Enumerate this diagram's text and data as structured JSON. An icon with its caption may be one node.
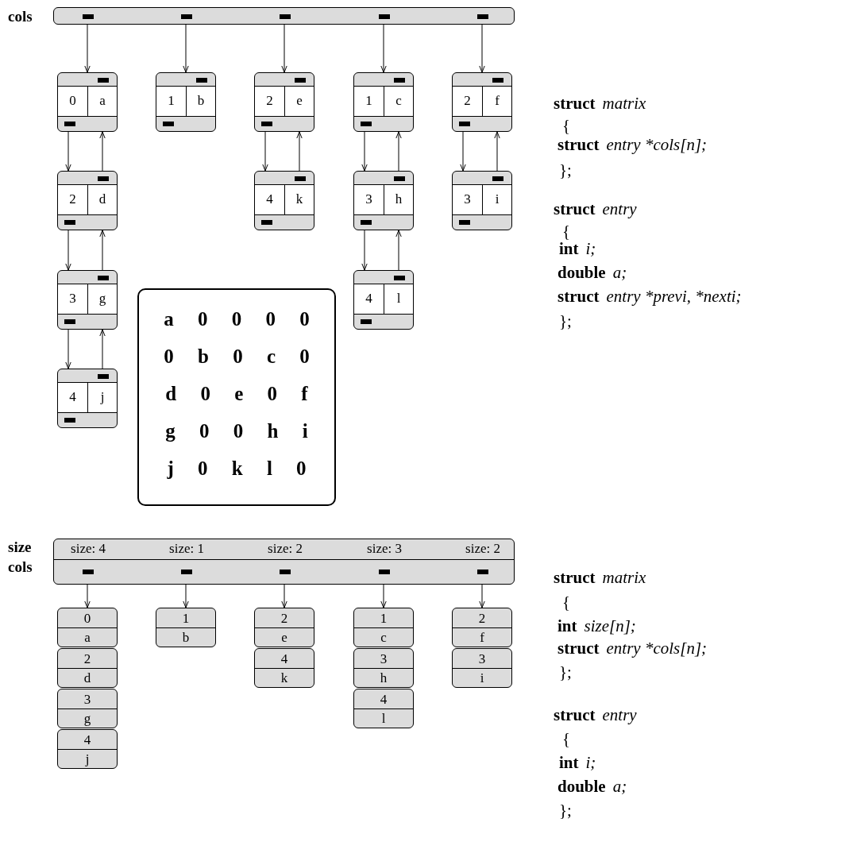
{
  "diagram": {
    "nodes": [
      {
        "text": [
          "cols"
        ]
      },
      {
        "text": [
          "0",
          "a"
        ]
      },
      {
        "text": [
          "1",
          "b"
        ]
      },
      {
        "text": [
          "2",
          "e"
        ]
      },
      {
        "text": [
          "1",
          "c"
        ]
      },
      {
        "text": [
          "2",
          "f"
        ]
      },
      {
        "text": [
          "2",
          "d"
        ]
      },
      {
        "text": [
          "4",
          "k"
        ]
      },
      {
        "text": [
          "3",
          "h"
        ]
      },
      {
        "text": [
          "3",
          "i"
        ]
      },
      {
        "text": [
          "3",
          "g"
        ]
      },
      {
        "text": [
          "4",
          "l"
        ]
      },
      {
        "text": [
          "a 0 0 0 0",
          "0 b 0 c 0",
          "d 0 e 0 f",
          "g 0 0 h i",
          "j 0 k l 0"
        ]
      },
      {
        "text": [
          "4",
          "j"
        ]
      },
      {
        "text": [
          "size",
          "cols",
          "size: 4",
          "size: 1",
          "size: 2",
          "size: 3",
          "size: 2"
        ]
      },
      {
        "text": [
          "0",
          "a"
        ]
      },
      {
        "text": [
          "1",
          "b"
        ]
      },
      {
        "text": [
          "2",
          "e"
        ]
      },
      {
        "text": [
          "1",
          "c"
        ]
      },
      {
        "text": [
          "2",
          "f"
        ]
      },
      {
        "text": [
          "2",
          "d"
        ]
      },
      {
        "text": [
          "4",
          "k"
        ]
      },
      {
        "text": [
          "3",
          "h"
        ]
      },
      {
        "text": [
          "3",
          "i"
        ]
      },
      {
        "text": [
          "3",
          "g"
        ]
      },
      {
        "text": [
          "4",
          "l"
        ]
      },
      {
        "text": [
          "4",
          "j"
        ]
      }
    ],
    "edges": [
      {
        "from": 0,
        "to": 1,
        "arrow": "to"
      },
      {
        "from": 0,
        "to": 2,
        "arrow": "to"
      },
      {
        "from": 0,
        "to": 3,
        "arrow": "to"
      },
      {
        "from": 0,
        "to": 4,
        "arrow": "to"
      },
      {
        "from": 0,
        "to": 5,
        "arrow": "to"
      },
      {
        "from": 1,
        "to": 6,
        "arrow": "to"
      },
      {
        "from": 6,
        "to": 1,
        "arrow": "to"
      },
      {
        "from": 6,
        "to": 10,
        "arrow": "to"
      },
      {
        "from": 10,
        "to": 6,
        "arrow": "to"
      },
      {
        "from": 10,
        "to": 13,
        "arrow": "to"
      },
      {
        "from": 13,
        "to": 10,
        "arrow": "to"
      },
      {
        "from": 3,
        "to": 7,
        "arrow": "to"
      },
      {
        "from": 7,
        "to": 3,
        "arrow": "to"
      },
      {
        "from": 4,
        "to": 8,
        "arrow": "to"
      },
      {
        "from": 8,
        "to": 4,
        "arrow": "to"
      },
      {
        "from": 8,
        "to": 11,
        "arrow": "to"
      },
      {
        "from": 11,
        "to": 8,
        "arrow": "to"
      },
      {
        "from": 5,
        "to": 9,
        "arrow": "to"
      },
      {
        "from": 9,
        "to": 5,
        "arrow": "to"
      },
      {
        "from": 14,
        "to": 15,
        "arrow": "to"
      },
      {
        "from": 14,
        "to": 16,
        "arrow": "to"
      },
      {
        "from": 14,
        "to": 17,
        "arrow": "to"
      },
      {
        "from": 14,
        "to": 18,
        "arrow": "to"
      },
      {
        "from": 14,
        "to": 19,
        "arrow": "to"
      }
    ],
    "labels": [
      "struct",
      "matrix",
      "{",
      "struct",
      "entry *cols[n];",
      "};",
      "struct",
      "entry",
      "{",
      "int",
      "i;",
      "double",
      "a;",
      "struct",
      "entry *previ, *nexti;",
      "};",
      "struct",
      "matrix",
      "{",
      "int",
      "size[n];",
      "struct",
      "entry *cols[n];",
      "};",
      "struct",
      "entry",
      "{",
      "int",
      "i;",
      "double",
      "a;",
      "};"
    ]
  }
}
